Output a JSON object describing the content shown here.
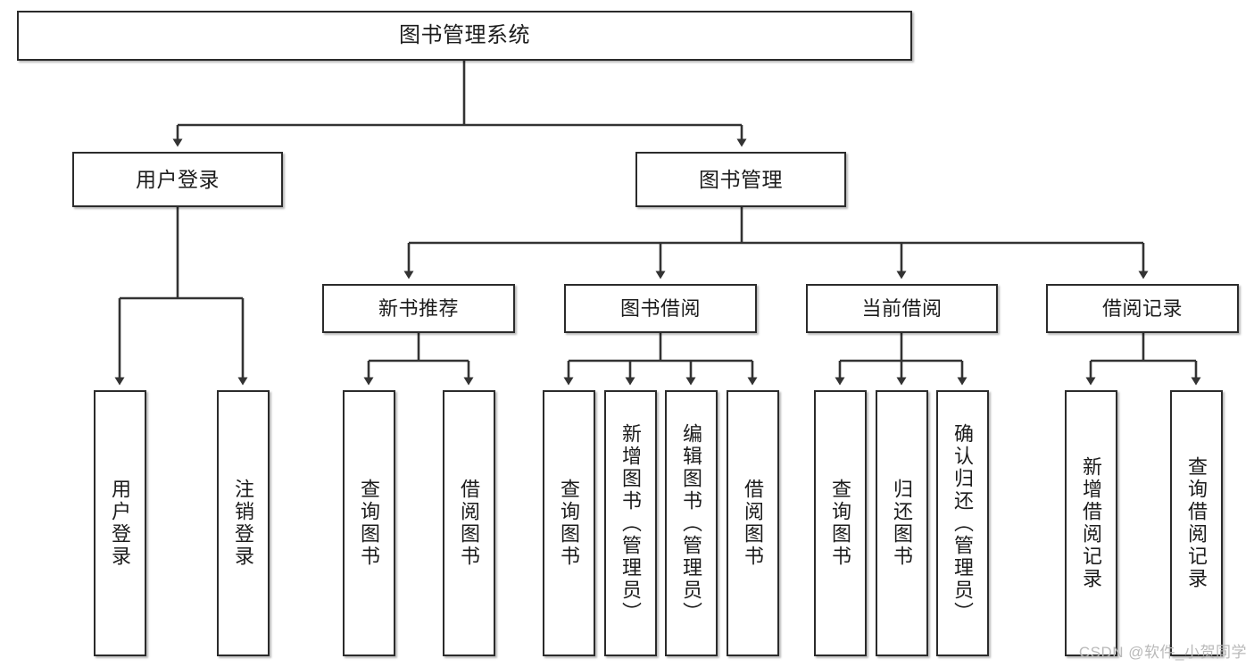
{
  "diagram": {
    "title": "图书管理系统",
    "type": "tree-hierarchy",
    "orientation": "top-down",
    "colors": {
      "box_border": "#2b2b2b",
      "box_fill": "#ffffff",
      "connector": "#333333",
      "text": "#1c1c1c",
      "watermark": "#b9b9b9",
      "background": "#ffffff"
    }
  },
  "root": {
    "label": "图书管理系统"
  },
  "level2": [
    {
      "label": "用户登录"
    },
    {
      "label": "图书管理"
    }
  ],
  "level3": [
    {
      "label": "新书推荐"
    },
    {
      "label": "图书借阅"
    },
    {
      "label": "当前借阅"
    },
    {
      "label": "借阅记录"
    }
  ],
  "leaves": {
    "user_login": [
      {
        "label": "用户登录"
      },
      {
        "label": "注销登录"
      }
    ],
    "new_book_recommend": [
      {
        "label": "查询图书"
      },
      {
        "label": "借阅图书"
      }
    ],
    "book_borrow": [
      {
        "label": "查询图书"
      },
      {
        "label": "新增图书（管理员）"
      },
      {
        "label": "编辑图书（管理员）"
      },
      {
        "label": "借阅图书"
      }
    ],
    "current_borrow": [
      {
        "label": "查询图书"
      },
      {
        "label": "归还图书"
      },
      {
        "label": "确认归还（管理员）"
      }
    ],
    "borrow_record": [
      {
        "label": "新增借阅记录"
      },
      {
        "label": "查询借阅记录"
      }
    ]
  },
  "watermark": {
    "text": "CSDN @软件_小贺同学"
  }
}
